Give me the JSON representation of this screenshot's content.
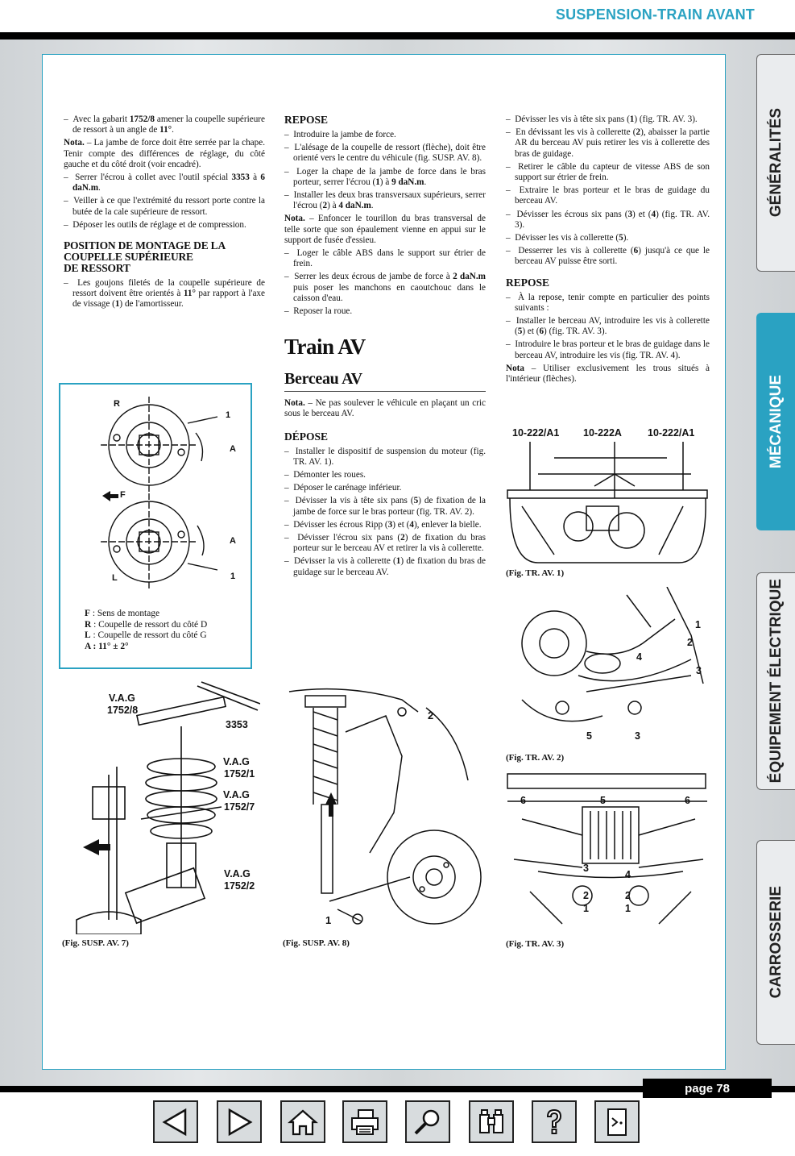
{
  "header": {
    "title": "SUSPENSION-TRAIN AVANT"
  },
  "col1": {
    "items": [
      {
        "type": "dash",
        "html": "Avec la gabarit <b>1752/8</b> amener la coupelle supérieure de ressort à un angle de <b>11°</b>."
      },
      {
        "type": "nota",
        "html": "<b>Nota.</b> – La jambe de force doit être serrée par la chape. Tenir compte des différences de réglage, du côté gauche et du côté droit (voir encadré)."
      },
      {
        "type": "dash",
        "html": "Serrer l'écrou à collet avec l'outil spécial <b>3353</b> à <b>6 daN.m</b>."
      },
      {
        "type": "dash",
        "html": "Veiller à ce que l'extrémité du ressort porte contre la butée de la cale supérieure de ressort."
      },
      {
        "type": "dash",
        "html": "Déposer les outils de réglage et de compression."
      }
    ],
    "section_title_lines": [
      "POSITION DE MONTAGE DE LA",
      "COUPELLE SUPÉRIEURE",
      "DE RESSORT"
    ],
    "items2": [
      {
        "type": "dash",
        "html": "Les goujons filetés de la coupelle supérieure de ressort doivent être orientés à <b>11°</b> par rapport à l'axe de vissage (<b>1</b>) de l'amortisseur."
      }
    ]
  },
  "boxed_fig": {
    "labels": {
      "r": "R",
      "f": "F",
      "l": "L",
      "a1": "A",
      "a2": "A",
      "n1": "1",
      "n2": "1"
    },
    "legend": [
      {
        "key": "F",
        "text": " : Sens de montage"
      },
      {
        "key": "R",
        "text": " : Coupelle de ressort du côté D"
      },
      {
        "key": "L",
        "text": " : Coupelle de ressort du côté G"
      },
      {
        "key": "A : 11° ± 2°",
        "text": ""
      }
    ]
  },
  "fig7": {
    "labels": [
      "V.A.G",
      "1752/8",
      "3353",
      "V.A.G",
      "1752/1",
      "V.A.G",
      "1752/7",
      "V.A.G",
      "1752/2"
    ],
    "caption": "(Fig. SUSP. AV. 7)"
  },
  "col2": {
    "repose_title": "REPOSE",
    "repose_items": [
      {
        "type": "dash",
        "html": "Introduire la jambe de force."
      },
      {
        "type": "dash",
        "html": "L'alésage de la coupelle de ressort (flèche), doit être orienté vers le centre du véhicule (fig. SUSP. AV. 8)."
      },
      {
        "type": "dash",
        "html": "Loger la chape de la jambe de force dans le bras porteur, serrer l'écrou (<b>1</b>) à <b>9 daN.m</b>."
      },
      {
        "type": "dash",
        "html": "Installer les deux bras transversaux supérieurs, serrer l'écrou (<b>2</b>) à <b>4 daN.m</b>."
      },
      {
        "type": "nota",
        "html": "<b>Nota.</b> – Enfoncer le tourillon du bras transversal de telle sorte que son épaulement vienne en appui sur le support de fusée d'essieu."
      },
      {
        "type": "dash",
        "html": "Loger le câble ABS dans le support sur étrier de frein."
      },
      {
        "type": "dash",
        "html": "Serrer les deux écrous de jambe de force à <b>2 daN.m</b> puis poser les manchons en caoutchouc dans le caisson d'eau."
      },
      {
        "type": "dash",
        "html": "Reposer la roue."
      }
    ],
    "big_title": "Train AV",
    "mid_title": "Berceau AV",
    "nota2": "<b>Nota.</b> – Ne pas soulever le véhicule en plaçant un cric sous le berceau AV.",
    "depose_title": "DÉPOSE",
    "depose_items": [
      {
        "type": "dash",
        "html": "Installer le dispositif de suspension du moteur (fig. TR. AV. 1)."
      },
      {
        "type": "dash",
        "html": "Démonter les roues."
      },
      {
        "type": "dash",
        "html": "Déposer le carénage inférieur."
      },
      {
        "type": "dash",
        "html": "Dévisser la vis à tête six pans (<b>5</b>) de fixation de la jambe de force sur le bras porteur (fig. TR. AV. 2)."
      },
      {
        "type": "dash",
        "html": "Dévisser les écrous Ripp (<b>3</b>) et (<b>4</b>), enlever la bielle."
      },
      {
        "type": "dash",
        "html": "Dévisser l'écrou six pans (<b>2</b>) de fixation du bras porteur sur le berceau AV et retirer la vis à collerette."
      },
      {
        "type": "dash",
        "html": "Dévisser la vis à collerette (<b>1</b>) de fixation du bras de guidage sur le berceau AV."
      }
    ]
  },
  "fig8": {
    "labels": [
      "2",
      "1"
    ],
    "caption": "(Fig. SUSP. AV. 8)"
  },
  "col3": {
    "items": [
      {
        "type": "dash",
        "html": "Dévisser les vis à tête six pans (<b>1</b>) (fig. TR. AV. 3)."
      },
      {
        "type": "dash",
        "html": "En dévissant les vis à collerette (<b>2</b>), abaisser la partie AR du berceau AV puis retirer les vis à collerette des bras de guidage."
      },
      {
        "type": "dash",
        "html": "Retirer le câble du capteur de vitesse ABS de son support sur étrier de frein."
      },
      {
        "type": "dash",
        "html": "Extraire le bras porteur et le bras de guidage du berceau AV."
      },
      {
        "type": "dash",
        "html": "Dévisser les écrous six pans (<b>3</b>) et (<b>4</b>) (fig. TR. AV. 3)."
      },
      {
        "type": "dash",
        "html": "Dévisser les vis à collerette (<b>5</b>)."
      },
      {
        "type": "dash",
        "html": "Desserrer les vis à collerette (<b>6</b>) jusqu'à ce que le berceau AV puisse être sorti."
      }
    ],
    "repose_title": "REPOSE",
    "repose_items": [
      {
        "type": "dash",
        "html": "À la repose, tenir compte en particulier des points suivants :"
      },
      {
        "type": "dash",
        "html": "Installer le berceau AV, introduire les vis à collerette (<b>5</b>) et (<b>6</b>) (fig. TR. AV. 3)."
      },
      {
        "type": "dash",
        "html": "Introduire le bras porteur et le bras de guidage dans le berceau AV, introduire les vis (fig. TR. AV. 4)."
      },
      {
        "type": "nota",
        "html": "<b>Nota</b> – Utiliser exclusivement les trous situés à l'intérieur (flèches)."
      }
    ]
  },
  "figtr1": {
    "labels": [
      "10-222/A1",
      "10-222A",
      "10-222/A1"
    ],
    "caption": "(Fig. TR. AV. 1)"
  },
  "figtr2": {
    "labels": [
      "1",
      "2",
      "3",
      "4",
      "5",
      "3"
    ],
    "caption": "(Fig. TR. AV. 2)"
  },
  "figtr3": {
    "labels": [
      "5",
      "6",
      "6",
      "3",
      "4",
      "2",
      "2",
      "1",
      "1"
    ],
    "caption": "(Fig. TR. AV. 3)"
  },
  "side_tabs": [
    "GÉNÉRALITÉS",
    "MÉCANIQUE",
    "ÉQUIPEMENT ÉLECTRIQUE",
    "CARROSSERIE"
  ],
  "page": {
    "label": "page 78"
  },
  "nav": [
    "previous-icon",
    "next-icon",
    "home-icon",
    "print-icon",
    "search-icon",
    "binoculars-icon",
    "help-icon",
    "exit-icon"
  ],
  "colors": {
    "accent": "#2aa2c2"
  }
}
